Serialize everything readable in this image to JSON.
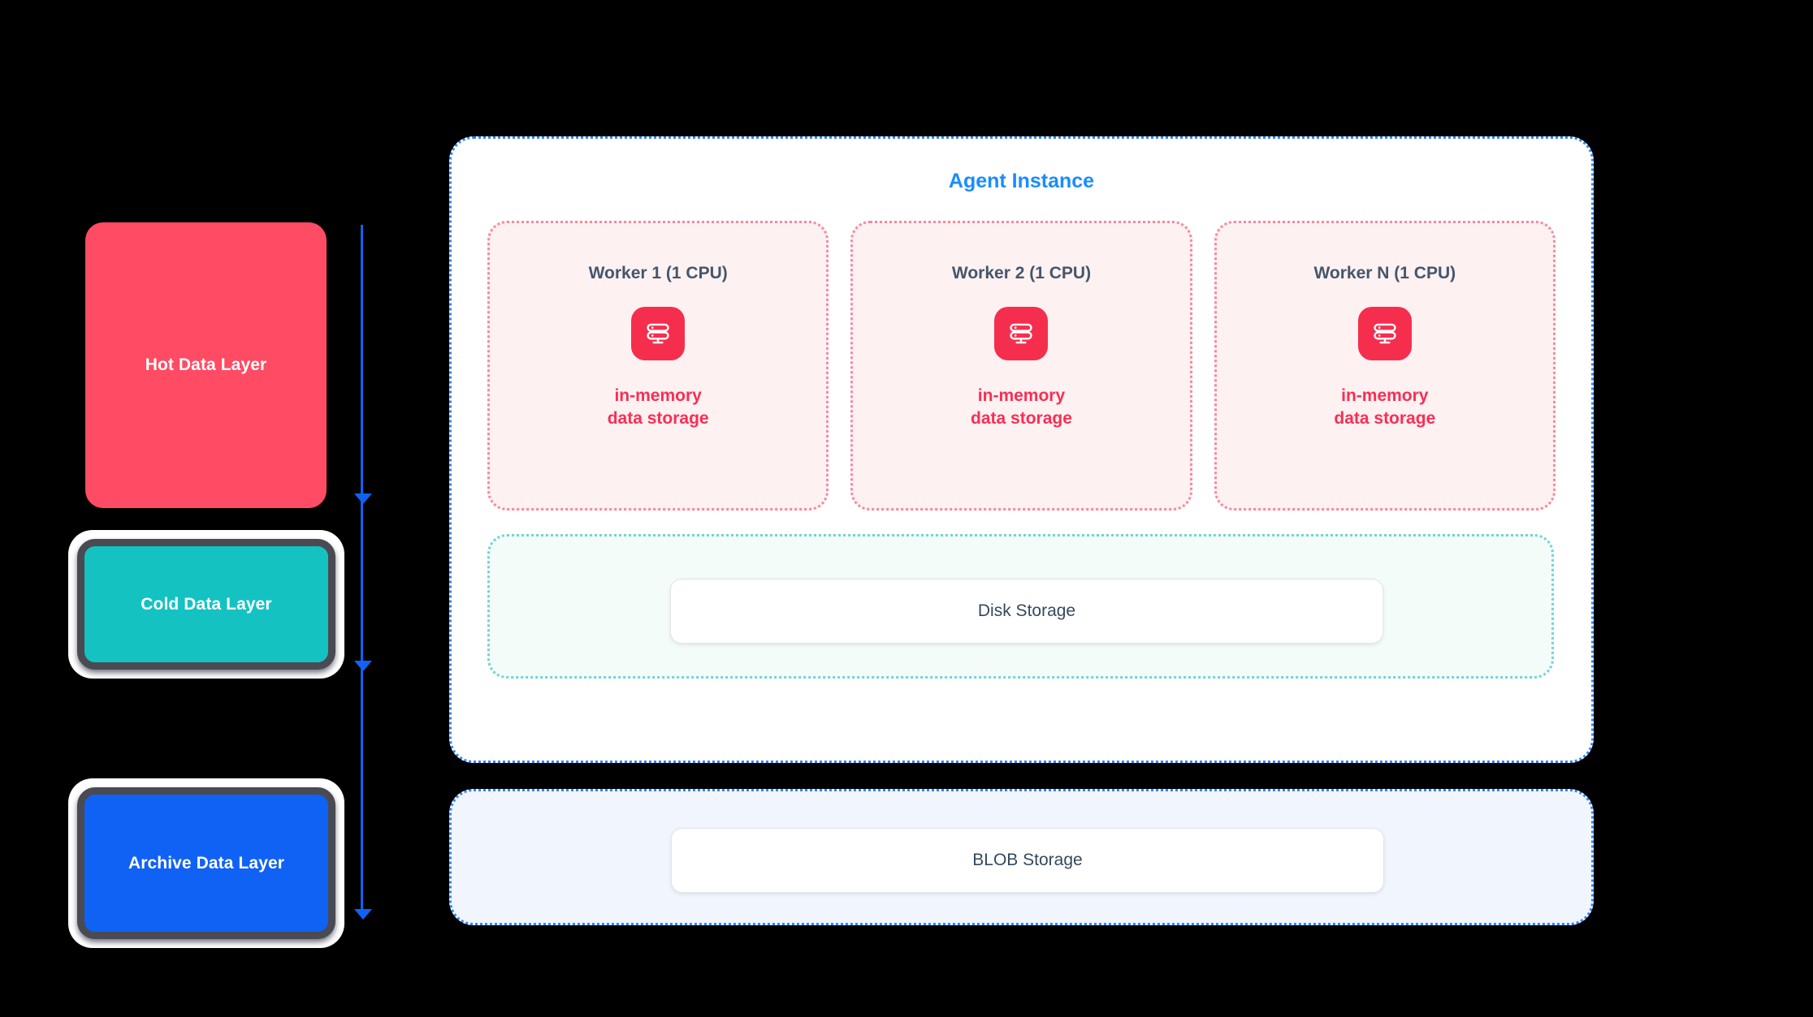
{
  "diagram": {
    "background_color": "#000000",
    "data_layers": [
      {
        "label": "Hot Data Layer",
        "color": "#ff4b63",
        "style": "plain"
      },
      {
        "label": "Cold Data Layer",
        "color": "#14c2c2",
        "style": "framed"
      },
      {
        "label": "Archive Data Layer",
        "color": "#1062f5",
        "style": "framed"
      }
    ],
    "connectors": {
      "color": "#1062f5",
      "count": 3,
      "direction": "down"
    },
    "agent_panel": {
      "title": "Agent Instance",
      "title_color": "#1a8cff",
      "border_color": "#2f86f6",
      "workers": [
        {
          "title": "Worker 1 (1 CPU)",
          "icon": "database-server-icon",
          "sub_line_1": "in-memory",
          "sub_line_2": "data storage",
          "accent_color": "#f62e4e"
        },
        {
          "title": "Worker 2 (1 CPU)",
          "icon": "database-server-icon",
          "sub_line_1": "in-memory",
          "sub_line_2": "data storage",
          "accent_color": "#f62e4e"
        },
        {
          "title": "Worker N (1 CPU)",
          "icon": "database-server-icon",
          "sub_line_1": "in-memory",
          "sub_line_2": "data storage",
          "accent_color": "#f62e4e"
        }
      ],
      "disk_zone": {
        "label": "Disk Storage",
        "border_color": "#6fd5d5"
      }
    },
    "blob_zone": {
      "label": "BLOB Storage",
      "border_color": "#2f86f6"
    }
  }
}
